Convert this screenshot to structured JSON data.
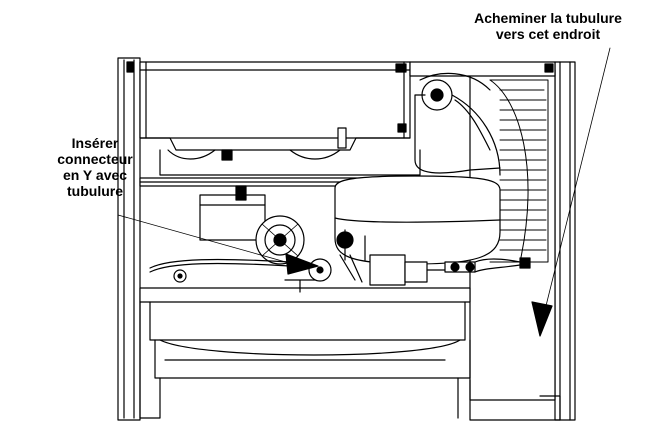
{
  "callouts": {
    "route_tubing": {
      "line1": "Acheminer la tubulure",
      "line2": "vers cet endroit"
    },
    "insert_connector": {
      "line1": "Insérer",
      "line2": "connecteur",
      "line3": "en Y avec",
      "line4": "tubulure"
    }
  },
  "colors": {
    "line": "#000000",
    "background": "#ffffff",
    "shade": "#e6e6e6"
  }
}
